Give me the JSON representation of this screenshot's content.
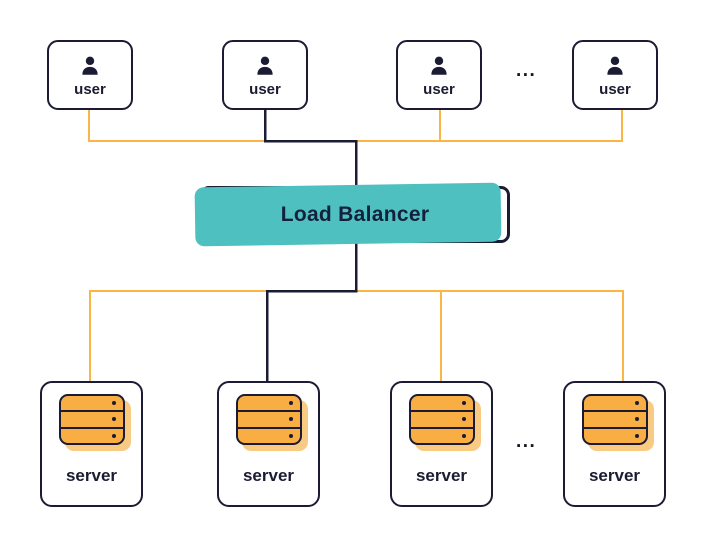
{
  "diagram": {
    "title": "Load Balancer",
    "users": [
      {
        "label": "user"
      },
      {
        "label": "user"
      },
      {
        "label": "user"
      },
      {
        "label": "user"
      }
    ],
    "servers": [
      {
        "label": "server"
      },
      {
        "label": "server"
      },
      {
        "label": "server"
      },
      {
        "label": "server"
      }
    ],
    "ellipsis_top": "...",
    "ellipsis_bottom": "...",
    "colors": {
      "navy": "#1b1b33",
      "connector_orange": "#fbb545",
      "teal": "#4fc0c0",
      "server_icon_fill": "#f8ae42",
      "server_icon_shadow": "#f9cb82"
    }
  }
}
